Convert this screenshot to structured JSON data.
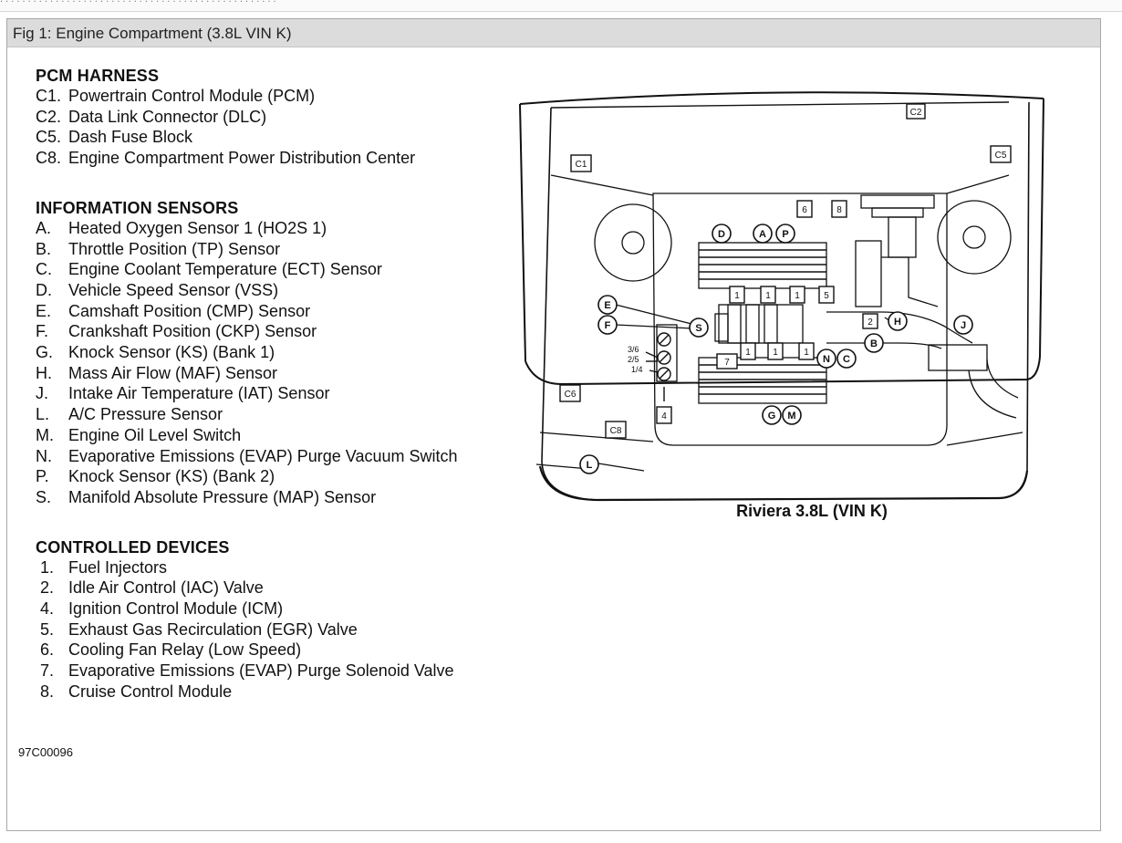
{
  "figure": {
    "title": "Fig 1: Engine Compartment (3.8L VIN K)",
    "caption": "Riviera 3.8L (VIN K)",
    "doc_id": "97C00096"
  },
  "sections": [
    {
      "title": "PCM HARNESS",
      "items": [
        {
          "code": "C1.",
          "label": "Powertrain Control Module (PCM)"
        },
        {
          "code": "C2.",
          "label": "Data Link Connector (DLC)"
        },
        {
          "code": "C5.",
          "label": "Dash Fuse Block"
        },
        {
          "code": "C8.",
          "label": "Engine Compartment Power Distribution Center"
        }
      ]
    },
    {
      "title": "INFORMATION SENSORS",
      "items": [
        {
          "code": "A.",
          "label": "Heated Oxygen Sensor 1 (HO2S 1)"
        },
        {
          "code": "B.",
          "label": "Throttle Position (TP) Sensor"
        },
        {
          "code": "C.",
          "label": "Engine Coolant Temperature (ECT) Sensor"
        },
        {
          "code": "D.",
          "label": "Vehicle Speed Sensor (VSS)"
        },
        {
          "code": "E.",
          "label": "Camshaft Position (CMP) Sensor"
        },
        {
          "code": "F.",
          "label": "Crankshaft Position (CKP) Sensor"
        },
        {
          "code": "G.",
          "label": "Knock Sensor (KS) (Bank 1)"
        },
        {
          "code": "H.",
          "label": "Mass Air Flow (MAF) Sensor"
        },
        {
          "code": "J.",
          "label": "Intake Air Temperature (IAT) Sensor"
        },
        {
          "code": "L.",
          "label": "A/C Pressure Sensor"
        },
        {
          "code": "M.",
          "label": "Engine Oil Level Switch"
        },
        {
          "code": "N.",
          "label": "Evaporative Emissions (EVAP) Purge Vacuum Switch"
        },
        {
          "code": "P.",
          "label": "Knock Sensor (KS) (Bank 2)"
        },
        {
          "code": "S.",
          "label": "Manifold Absolute Pressure (MAP) Sensor"
        }
      ]
    },
    {
      "title": "CONTROLLED DEVICES",
      "items": [
        {
          "code": "1.",
          "label": "Fuel Injectors"
        },
        {
          "code": "2.",
          "label": "Idle Air Control (IAC) Valve"
        },
        {
          "code": "4.",
          "label": "Ignition Control Module (ICM)"
        },
        {
          "code": "5.",
          "label": "Exhaust Gas Recirculation (EGR) Valve"
        },
        {
          "code": "6.",
          "label": "Cooling Fan Relay (Low Speed)"
        },
        {
          "code": "7.",
          "label": "Evaporative Emissions (EVAP) Purge Solenoid Valve"
        },
        {
          "code": "8.",
          "label": "Cruise Control Module"
        }
      ]
    }
  ],
  "diagram_labels": {
    "c1": "C1",
    "c2": "C2",
    "c5": "C5",
    "c6": "C6",
    "c8": "C8",
    "d": "D",
    "a": "A",
    "p": "P",
    "e": "E",
    "f": "F",
    "s": "S",
    "h": "H",
    "j": "J",
    "b": "B",
    "n": "N",
    "c": "C",
    "g": "G",
    "m": "M",
    "l": "L",
    "box6": "6",
    "box8": "8",
    "box5": "5",
    "box2": "2",
    "box7": "7",
    "box4": "4",
    "box1": "1",
    "pin36": "3/6",
    "pin25": "2/5",
    "pin14": "1/4"
  }
}
